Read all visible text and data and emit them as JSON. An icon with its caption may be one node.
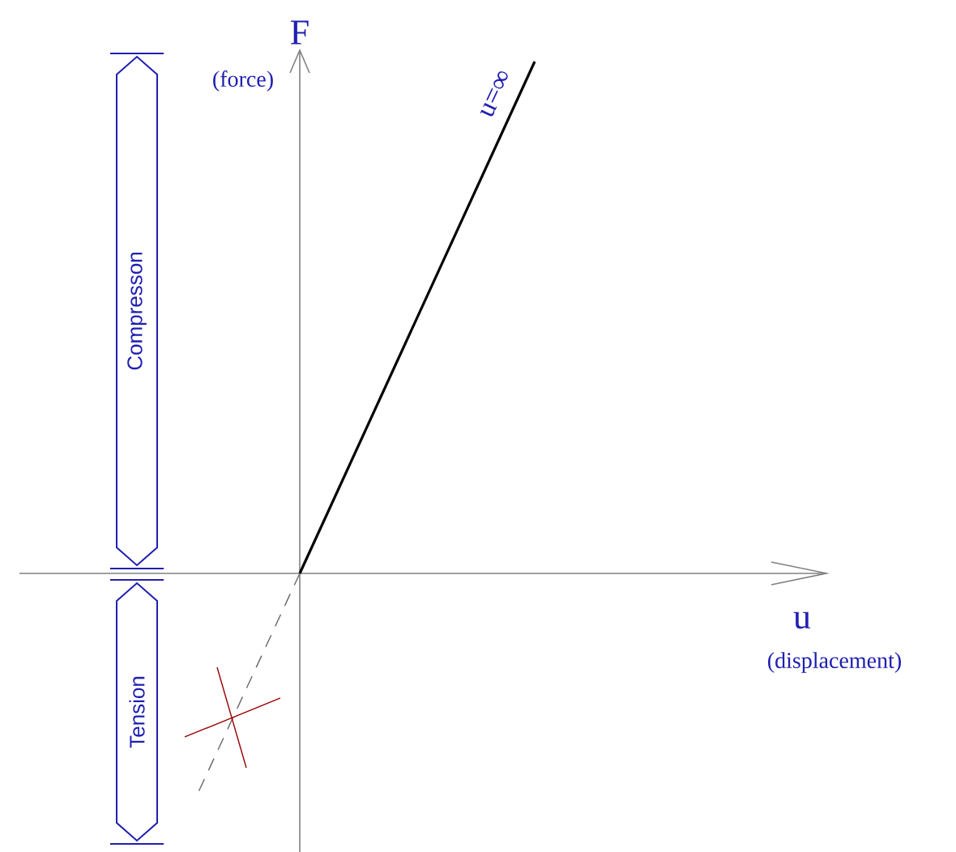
{
  "diagram": {
    "nodes": [
      {
        "text": [
          "Compresson"
        ]
      },
      {
        "text": [
          "Tension"
        ]
      }
    ],
    "labels": [
      "F",
      "(force)",
      "u=∞",
      "u",
      "(displacement)"
    ]
  }
}
